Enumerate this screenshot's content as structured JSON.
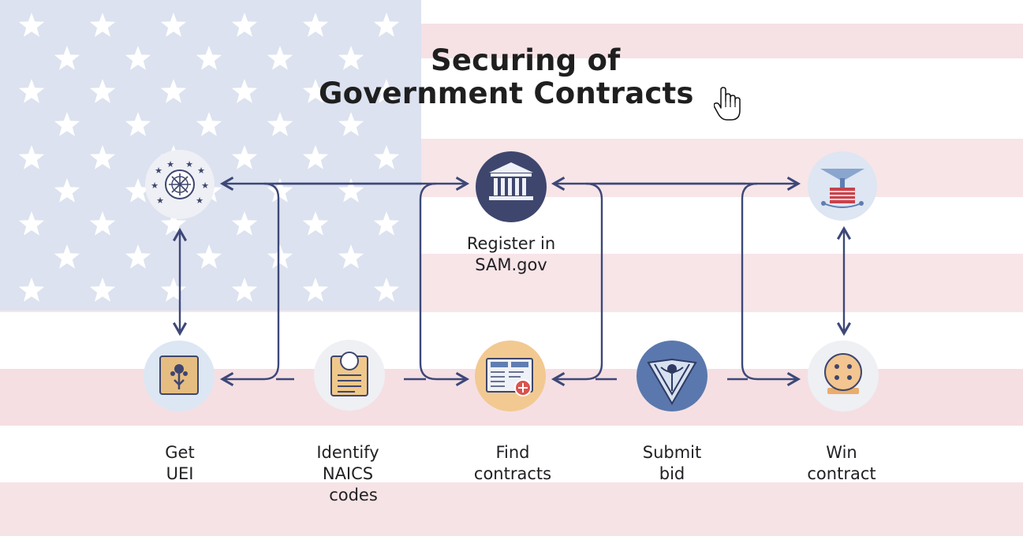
{
  "title": {
    "line1": "Securing of",
    "line2": "Government Contracts"
  },
  "colors": {
    "flag_blue": "#dce2ef",
    "flag_red": "#f6e1e5",
    "arrow": "#3d4878",
    "node_light": "#dfe8f3",
    "node_navy": "#3e466e",
    "node_blue": "#5a78ad"
  },
  "nodes": [
    {
      "id": "seal",
      "icon": "federal-seal-icon"
    },
    {
      "id": "register",
      "icon": "government-building-icon",
      "label": [
        "Register in",
        "SAM.gov"
      ]
    },
    {
      "id": "award",
      "icon": "award-scale-icon"
    },
    {
      "id": "uei",
      "icon": "id-badge-icon",
      "label": [
        "Get",
        "UEI"
      ]
    },
    {
      "id": "naics",
      "icon": "document-profile-icon",
      "label": [
        "Identify",
        "NAICS",
        "codes"
      ]
    },
    {
      "id": "find",
      "icon": "contract-listing-icon",
      "label": [
        "Find",
        "contracts"
      ]
    },
    {
      "id": "submit",
      "icon": "eagle-emblem-icon",
      "label": [
        "Submit",
        "bid"
      ]
    },
    {
      "id": "win",
      "icon": "trophy-medal-icon",
      "label": [
        "Win",
        "contract"
      ]
    }
  ],
  "cursor": {
    "icon": "hand-pointer-icon"
  }
}
